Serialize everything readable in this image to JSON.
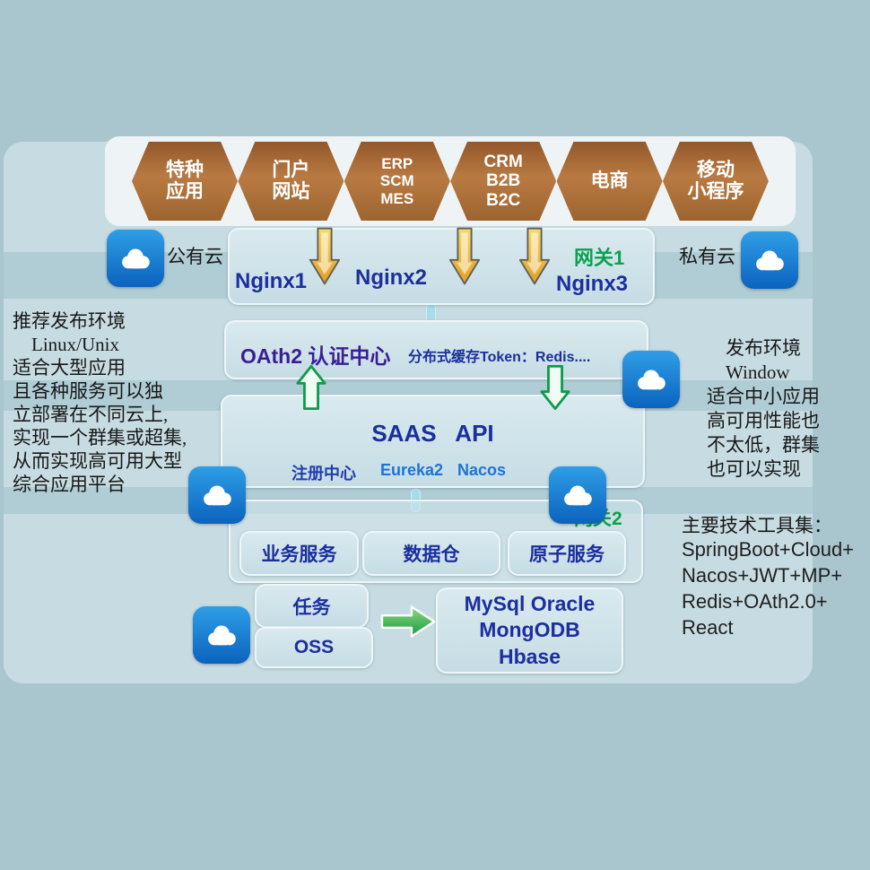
{
  "colors": {
    "green": "#0aa14e",
    "navy": "#1b2f9e",
    "purple": "#3a1d96",
    "hexagon_brown": "#a5683a",
    "cloud_blue": "#1b7fd6",
    "gold": "#e8b032"
  },
  "hexagons": [
    {
      "label": "特种\n应用"
    },
    {
      "label": "门户\n网站"
    },
    {
      "label": "ERP\nSCM\nMES"
    },
    {
      "label": "CRM\nB2B\nB2C"
    },
    {
      "label": "电商"
    },
    {
      "label": "移动\n小程序"
    }
  ],
  "cloud_row": {
    "public_label": "公有云",
    "private_label": "私有云"
  },
  "nginx": {
    "n1": "Nginx1",
    "n2": "Nginx2",
    "n3": "Nginx3",
    "gateway": "网关1"
  },
  "oauth": {
    "title": "OAth2 认证中心",
    "cache": "分布式缓存Token：Redis...."
  },
  "saas": {
    "title": "SAAS   API",
    "registry": "注册中心",
    "eureka": "Eureka2",
    "nacos": "Nacos"
  },
  "gateway2": "网关2",
  "services": {
    "s1": "业务服务",
    "s2": "数据仓",
    "s3": "原子服务"
  },
  "bottom": {
    "task": "任务",
    "oss": "OSS",
    "db": "MySql  Oracle\nMongODB\nHbase"
  },
  "notes": {
    "left": "推荐发布环境\n　Linux/Unix\n适合大型应用\n且各种服务可以独\n立部署在不同云上,\n实现一个群集或超集,\n从而实现高可用大型\n综合应用平台",
    "right_top": "　发布环境\n　Window\n适合中小应用\n高可用性能也\n不太低，群集\n也可以实现",
    "tools_title": "主要技术工具集：",
    "tools_body": "SpringBoot+Cloud+\nNacos+JWT+MP+\nRedis+OAth2.0+\nReact"
  }
}
